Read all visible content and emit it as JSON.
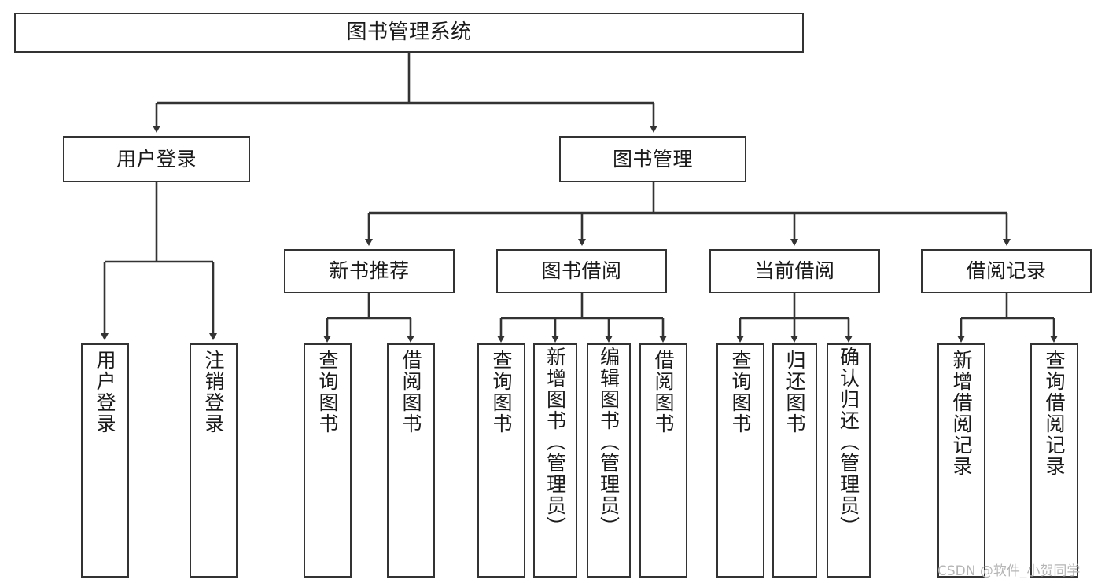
{
  "diagram": {
    "title": "图书管理系统",
    "type": "tree-hierarchy",
    "watermark": "CSDN @软件_小贺同学",
    "nodes": {
      "root": {
        "label": "图书管理系统"
      },
      "level2": [
        {
          "id": "user-login",
          "label": "用户登录"
        },
        {
          "id": "book-management",
          "label": "图书管理"
        }
      ],
      "level3": [
        {
          "id": "new-book-recommend",
          "label": "新书推荐"
        },
        {
          "id": "book-borrow",
          "label": "图书借阅"
        },
        {
          "id": "current-borrow",
          "label": "当前借阅"
        },
        {
          "id": "borrow-record",
          "label": "借阅记录"
        }
      ],
      "leaves": [
        {
          "id": "leaf-user-login",
          "label": "用户登录",
          "parent": "user-login"
        },
        {
          "id": "leaf-logout-login",
          "label": "注销登录",
          "parent": "user-login"
        },
        {
          "id": "leaf-query-book-1",
          "label": "查询图书",
          "parent": "new-book-recommend"
        },
        {
          "id": "leaf-borrow-book-1",
          "label": "借阅图书",
          "parent": "new-book-recommend"
        },
        {
          "id": "leaf-query-book-2",
          "label": "查询图书",
          "parent": "book-borrow"
        },
        {
          "id": "leaf-add-book",
          "label": "新增图书（管理员）",
          "parent": "book-borrow"
        },
        {
          "id": "leaf-edit-book",
          "label": "编辑图书（管理员）",
          "parent": "book-borrow"
        },
        {
          "id": "leaf-borrow-book-2",
          "label": "借阅图书",
          "parent": "book-borrow"
        },
        {
          "id": "leaf-query-book-3",
          "label": "查询图书",
          "parent": "current-borrow"
        },
        {
          "id": "leaf-return-book",
          "label": "归还图书",
          "parent": "current-borrow"
        },
        {
          "id": "leaf-confirm-return",
          "label": "确认归还（管理员）",
          "parent": "current-borrow"
        },
        {
          "id": "leaf-add-record",
          "label": "新增借阅记录",
          "parent": "borrow-record"
        },
        {
          "id": "leaf-query-record",
          "label": "查询借阅记录",
          "parent": "borrow-record"
        }
      ]
    },
    "colors": {
      "stroke": "#333333",
      "fill": "#ffffff",
      "text": "#1a1a1a",
      "watermark": "#b5b5b5"
    }
  }
}
